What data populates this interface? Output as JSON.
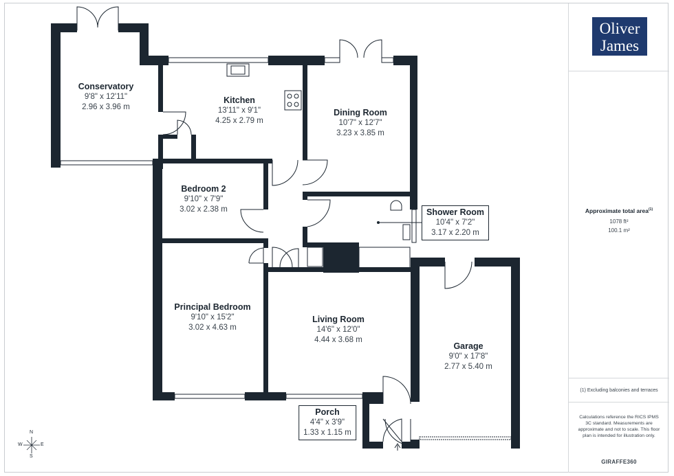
{
  "brand": {
    "logo_line1": "Oliver",
    "logo_line2": "James",
    "footer": "GIRAFFE360"
  },
  "area": {
    "title": "Approximate total area",
    "footnote_mark": "(1)",
    "sqft": "1078 ft²",
    "sqm": "100.1 m²"
  },
  "notes": {
    "exclusion": "(1) Excluding balconies and terraces",
    "disclaimer": "Calculations reference the RICS IPMS 3C standard. Measurements are approximate and not to scale. This floor plan is intended for illustration only."
  },
  "compass": {
    "n": "N",
    "s": "S",
    "e": "E",
    "w": "W"
  },
  "rooms": [
    {
      "name": "Conservatory",
      "imperial": "9'8\" x 12'11\"",
      "metric": "2.96 x 3.96 m"
    },
    {
      "name": "Kitchen",
      "imperial": "13'11\" x 9'1\"",
      "metric": "4.25 x 2.79 m"
    },
    {
      "name": "Dining Room",
      "imperial": "10'7\" x 12'7\"",
      "metric": "3.23 x 3.85 m"
    },
    {
      "name": "Bedroom 2",
      "imperial": "9'10\" x 7'9\"",
      "metric": "3.02 x 2.38 m"
    },
    {
      "name": "Shower Room",
      "imperial": "10'4\" x 7'2\"",
      "metric": "3.17 x 2.20 m"
    },
    {
      "name": "Principal Bedroom",
      "imperial": "9'10\" x 15'2\"",
      "metric": "3.02 x 4.63 m"
    },
    {
      "name": "Living Room",
      "imperial": "14'6\" x 12'0\"",
      "metric": "4.44 x 3.68 m"
    },
    {
      "name": "Garage",
      "imperial": "9'0\" x 17'8\"",
      "metric": "2.77 x 5.40 m"
    },
    {
      "name": "Porch",
      "imperial": "4'4\" x 3'9\"",
      "metric": "1.33 x 1.15 m"
    }
  ],
  "colors": {
    "wall": "#1c2630",
    "logo_bg": "#1f3a6e"
  }
}
